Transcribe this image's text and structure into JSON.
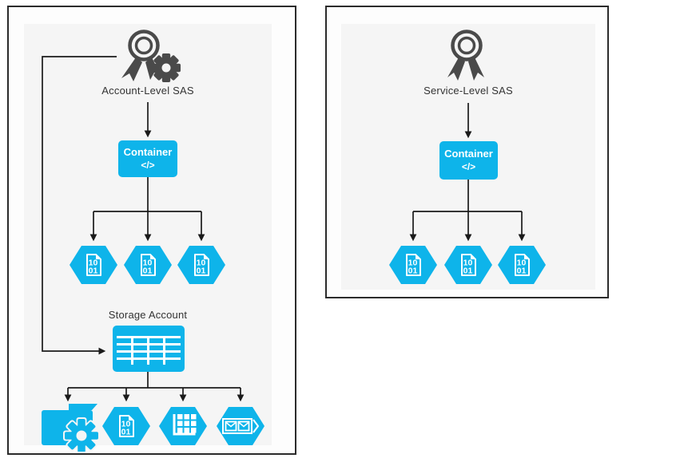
{
  "diagram": {
    "left_panel": {
      "title": "Account-Level SAS",
      "container": {
        "label": "Container",
        "code": "</>"
      },
      "storage_label": "Storage Account"
    },
    "right_panel": {
      "title": "Service-Level SAS",
      "container": {
        "label": "Container",
        "code": "</>"
      }
    },
    "blob_icon_text": {
      "line1": "10",
      "line2": "01"
    },
    "colors": {
      "accent": "#0eb4ea",
      "panel_background": "#f5f5f5",
      "line": "#1a1a1a",
      "badge": "#4a4a4a"
    }
  }
}
